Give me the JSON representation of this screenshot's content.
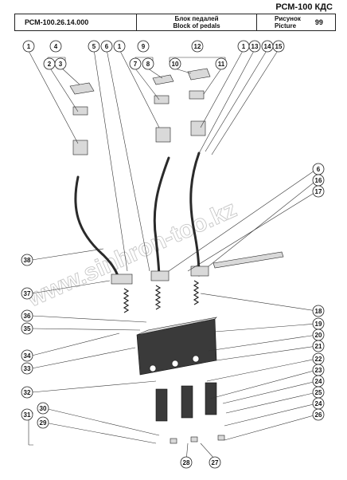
{
  "brand": "РСМ-100 КДС",
  "header": {
    "code": "РСМ-100.26.14.000",
    "title_ru": "Блок педалей",
    "title_en": "Block of pedals",
    "pic_ru": "Рисунок",
    "pic_en": "Picture",
    "pic_number": "99"
  },
  "watermark": "www.sinhron-too.kz",
  "callouts": [
    "1",
    "4",
    "2",
    "3",
    "5",
    "6",
    "1",
    "9",
    "7",
    "8",
    "12",
    "10",
    "11",
    "1",
    "13",
    "14",
    "15",
    "6",
    "16",
    "17",
    "38",
    "37",
    "18",
    "36",
    "35",
    "19",
    "34",
    "20",
    "33",
    "21",
    "22",
    "23",
    "32",
    "24",
    "25",
    "30",
    "24",
    "29",
    "31",
    "26",
    "28",
    "27"
  ]
}
